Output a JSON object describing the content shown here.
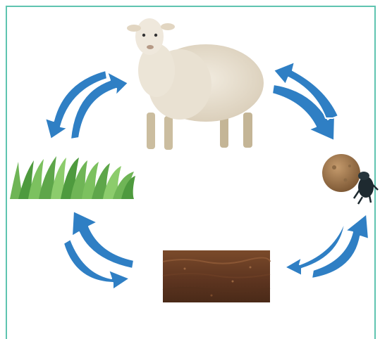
{
  "diagram": {
    "type": "nutrient cycle",
    "nodes": [
      {
        "id": "sheep",
        "icon": "sheep-icon"
      },
      {
        "id": "dung-beetle",
        "icon": "dung-beetle-icon"
      },
      {
        "id": "soil",
        "icon": "soil-icon"
      },
      {
        "id": "grass",
        "icon": "grass-icon"
      }
    ],
    "arrow_pairs": [
      {
        "between": [
          "sheep",
          "dung-beetle"
        ],
        "directions": [
          "to-beetle",
          "to-sheep"
        ]
      },
      {
        "between": [
          "dung-beetle",
          "soil"
        ],
        "directions": [
          "to-soil",
          "to-beetle"
        ]
      },
      {
        "between": [
          "soil",
          "grass"
        ],
        "directions": [
          "to-grass",
          "to-soil"
        ]
      },
      {
        "between": [
          "grass",
          "sheep"
        ],
        "directions": [
          "to-sheep",
          "to-grass"
        ]
      }
    ],
    "colors": {
      "frame": "#5fc4b0",
      "arrow_fill": "#2f7fc4",
      "arrow_stroke": "#ffffff",
      "sheep_wool": "#e8e0d0",
      "soil_top": "#7a4a2a",
      "soil_bottom": "#4a2a18",
      "grass": "#5ea64a",
      "dung_ball": "#a57a4e",
      "beetle": "#1e2a30"
    }
  }
}
